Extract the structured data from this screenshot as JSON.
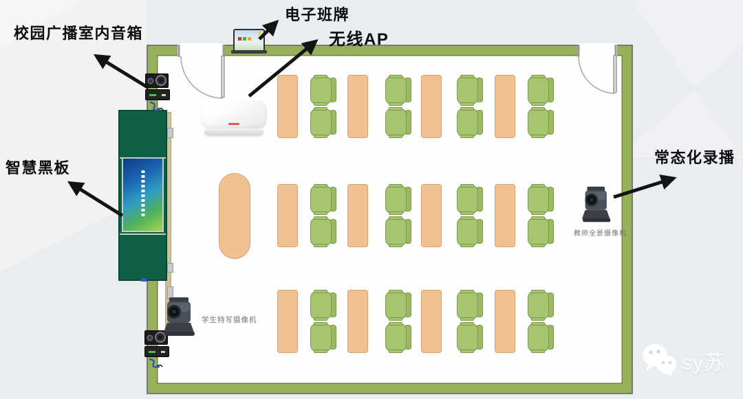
{
  "callouts": {
    "speaker": "校园广播室内音箱",
    "class_sign": "电子班牌",
    "wireless_ap": "无线AP",
    "blackboard": "智慧黑板",
    "recording": "常态化录播"
  },
  "device_captions": {
    "student_camera": "学生特写摄像机",
    "teacher_camera": "教师全景摄像机"
  },
  "watermark": {
    "text": "sy苏",
    "icon": "wechat-icon"
  },
  "classroom": {
    "rows": 3,
    "desks_per_row": 4,
    "chairs_per_desk": 2,
    "has_teacher_podium": true,
    "doors": 2,
    "colors": {
      "wall": "#97b05a",
      "desk": "#f2c192",
      "chair": "#a7c56e",
      "blackboard": "#0f5f45",
      "ap_indicator": "#e2574c"
    }
  }
}
